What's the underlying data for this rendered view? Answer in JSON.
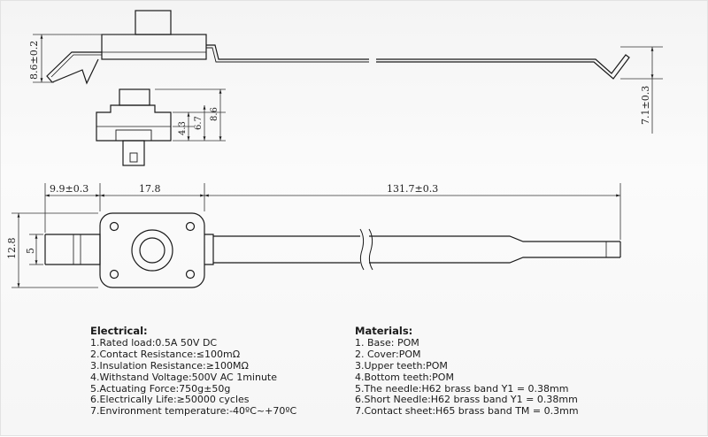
{
  "dimensions": {
    "side_height": "8.6±0.2",
    "tail_height": "7.1±0.3",
    "front_inner": "4.3",
    "front_mid": "6.7",
    "front_total": "8.6",
    "left_offset": "9.9±0.3",
    "body_width": "17.8",
    "lever_length": "131.7±0.3",
    "total_height": "12.8",
    "stem_width": "5"
  },
  "electrical": {
    "title": "Electrical:",
    "lines": [
      "1.Rated load:0.5A 50V DC",
      "2.Contact Resistance:≤100mΩ",
      "3.Insulation Resistance:≥100MΩ",
      "4.Withstand Voltage:500V AC 1minute",
      "5.Actuating Force:750g±50g",
      "6.Electrically Life:≥50000 cycles",
      "7.Environment temperature:-40ºC~+70ºC"
    ]
  },
  "materials": {
    "title": "Materials:",
    "lines": [
      "1. Base: POM",
      "2. Cover:POM",
      "3.Upper teeth:POM",
      "4.Bottom teeth:POM",
      "5.The needle:H62 brass band Y1 = 0.38mm",
      "6.Short Needle:H62 brass band Y1 = 0.38mm",
      "7.Contact sheet:H65 brass band TM = 0.3mm"
    ]
  },
  "colors": {
    "line": "#1a1a1a",
    "dim_line": "#333333",
    "background": "#f7f7f7"
  }
}
